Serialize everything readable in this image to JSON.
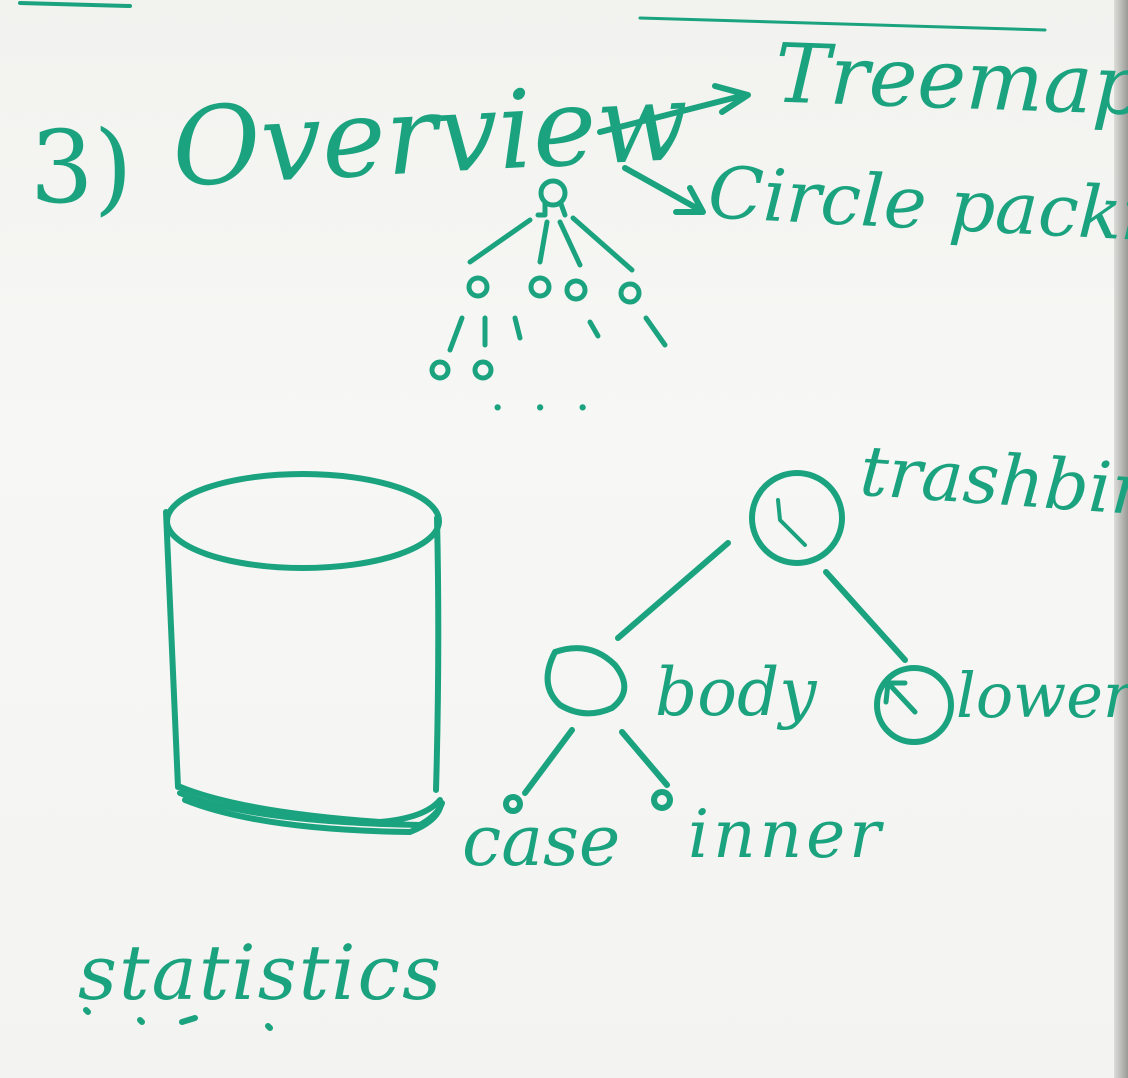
{
  "heading": {
    "number": "3)",
    "title": "Overview"
  },
  "branches": {
    "treemap": "Treemap",
    "circle_packing": "Circle packing"
  },
  "sample_tree": {
    "ellipsis": ". . ."
  },
  "example_tree": {
    "root": "trashbin",
    "left": "body",
    "right": "lower",
    "left_children": [
      "case",
      "inner"
    ]
  },
  "footer": {
    "label": "statistics"
  },
  "ink_color": "#1aa37e"
}
